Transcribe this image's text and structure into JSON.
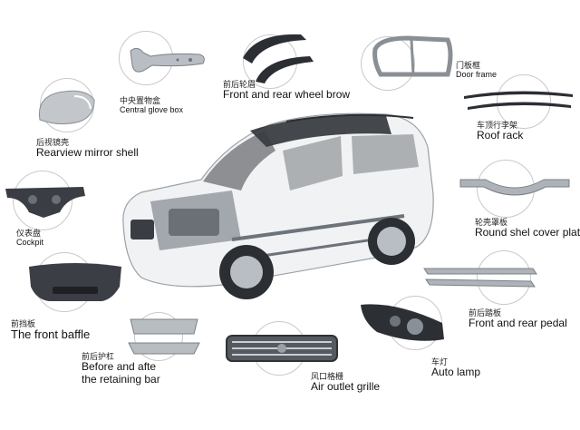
{
  "parts": {
    "central_glove_box": {
      "cn": "中央置物盒",
      "en": "Central glove box"
    },
    "wheel_brow": {
      "cn": "前后轮眉",
      "en": "Front and rear wheel brow"
    },
    "door_frame": {
      "cn": "门板框",
      "en": "Door frame"
    },
    "rearview_mirror": {
      "cn": "后视镜壳",
      "en": "Rearview mirror shell"
    },
    "roof_rack": {
      "cn": "车顶行李架",
      "en": "Roof rack"
    },
    "cockpit": {
      "cn": "仪表盘",
      "en": "Cockpit"
    },
    "shell_cover": {
      "cn": "轮壳罩板",
      "en": "Round shel cover plate"
    },
    "front_baffle": {
      "cn": "前挡板",
      "en": "The front baffle"
    },
    "pedal": {
      "cn": "前后踏板",
      "en": "Front and rear pedal"
    },
    "retaining_bar": {
      "cn": "前后护杠",
      "en_line1": "Before and afte",
      "en_line2": "the retaining bar"
    },
    "auto_lamp": {
      "cn": "车灯",
      "en": "Auto lamp"
    },
    "grille": {
      "cn": "风口格栅",
      "en": "Air outlet grille"
    }
  },
  "colors": {
    "part_gray": "#9aa0a6",
    "part_dark": "#2b2e33",
    "circle": "#c9c9c9"
  }
}
